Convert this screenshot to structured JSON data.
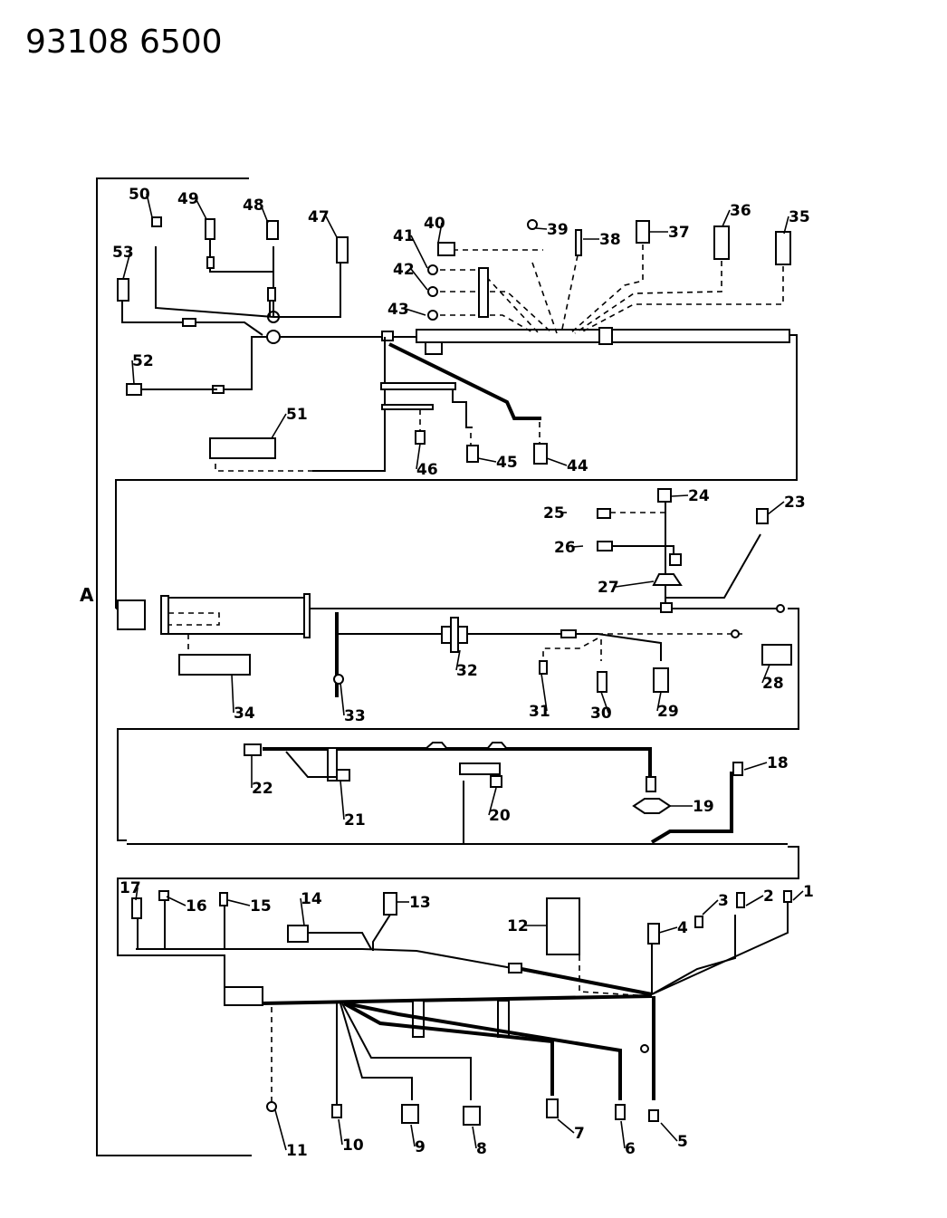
{
  "header": {
    "title": "93108  6500",
    "section_marker": "A"
  },
  "diagram": {
    "type": "wiring-harness-exploded-view",
    "callouts": [
      {
        "n": "1"
      },
      {
        "n": "2"
      },
      {
        "n": "3"
      },
      {
        "n": "4"
      },
      {
        "n": "5"
      },
      {
        "n": "6"
      },
      {
        "n": "7"
      },
      {
        "n": "8"
      },
      {
        "n": "9"
      },
      {
        "n": "10"
      },
      {
        "n": "11"
      },
      {
        "n": "12"
      },
      {
        "n": "13"
      },
      {
        "n": "14"
      },
      {
        "n": "15"
      },
      {
        "n": "16"
      },
      {
        "n": "17"
      },
      {
        "n": "18"
      },
      {
        "n": "19"
      },
      {
        "n": "20"
      },
      {
        "n": "21"
      },
      {
        "n": "22"
      },
      {
        "n": "23"
      },
      {
        "n": "24"
      },
      {
        "n": "25"
      },
      {
        "n": "26"
      },
      {
        "n": "27"
      },
      {
        "n": "28"
      },
      {
        "n": "29"
      },
      {
        "n": "30"
      },
      {
        "n": "31"
      },
      {
        "n": "32"
      },
      {
        "n": "33"
      },
      {
        "n": "34"
      },
      {
        "n": "35"
      },
      {
        "n": "36"
      },
      {
        "n": "37"
      },
      {
        "n": "38"
      },
      {
        "n": "39"
      },
      {
        "n": "40"
      },
      {
        "n": "41"
      },
      {
        "n": "42"
      },
      {
        "n": "43"
      },
      {
        "n": "44"
      },
      {
        "n": "45"
      },
      {
        "n": "46"
      },
      {
        "n": "47"
      },
      {
        "n": "48"
      },
      {
        "n": "49"
      },
      {
        "n": "50"
      },
      {
        "n": "51"
      },
      {
        "n": "52"
      },
      {
        "n": "53"
      }
    ]
  }
}
